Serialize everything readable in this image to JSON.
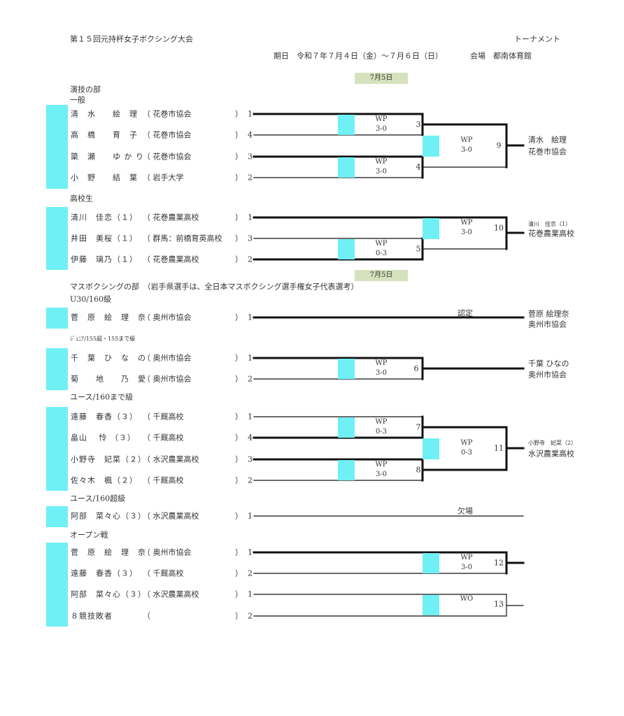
{
  "header": {
    "title": "第１５回元持杯女子ボクシング大会",
    "doc_type": "トーナメント",
    "period": "期日　令和７年７月４日（金）～７月６日（日）",
    "venue": "会場　都南体育館",
    "day_badges": [
      "7月5日",
      "7月5日"
    ]
  },
  "sections": {
    "performance": "演技の部",
    "mass": "マスボクシングの部　（岩手県選手は、全日本マスボクシング選手権女子代表選考）"
  },
  "groups": [
    {
      "label": "一般",
      "rows": [
        {
          "name": "清　水　　絵　理",
          "club": "（ 花巻市協会",
          "seed": "1"
        },
        {
          "name": "高　橋　　育　子",
          "club": "（ 花巻市協会",
          "seed": "4"
        },
        {
          "name": "簗　瀬　　ゆ か り",
          "club": "（ 花巻市協会",
          "seed": "3"
        },
        {
          "name": "小　野　　結　葉",
          "club": "（ 岩手大学",
          "seed": "2"
        }
      ]
    },
    {
      "label": "高校生",
      "rows": [
        {
          "name": "清川　佳恋（１）",
          "club": "（ 花巻農業高校",
          "seed": "1"
        },
        {
          "name": "井田　美桜（１）",
          "club": "（ 群馬：前橋育英高校",
          "seed": "3"
        },
        {
          "name": "伊藤　璃乃（１）",
          "club": "（ 花巻農業高校",
          "seed": "2"
        }
      ]
    },
    {
      "label": "U30/160級",
      "rows": [
        {
          "name": "菅　原　絵　理　奈",
          "club": "（ 奥州市協会",
          "seed": "1"
        }
      ]
    },
    {
      "label": "ｼﾞｭﾆｱ/155超・155まで級",
      "rows": [
        {
          "name": "千　葉　ひ　な　の",
          "club": "（ 奥州市協会",
          "seed": "1"
        },
        {
          "name": "菊　　地　　乃　愛",
          "club": "（ 奥州市協会",
          "seed": "2"
        }
      ]
    },
    {
      "label": "ユース/160まで級",
      "rows": [
        {
          "name": "遠藤　春香（３）",
          "club": "（ 千厩高校",
          "seed": "1"
        },
        {
          "name": "畠山　 怜 （３）",
          "club": "（ 千厩高校",
          "seed": "4"
        },
        {
          "name": "小野寺　妃菜（２）",
          "club": "（ 水沢農業高校",
          "seed": "3"
        },
        {
          "name": "佐々木　楓（２）",
          "club": "（ 千厩高校",
          "seed": "2"
        }
      ]
    },
    {
      "label": "ユース/160超級",
      "rows": [
        {
          "name": "阿部　菜々心（３）",
          "club": "（ 水沢農業高校",
          "seed": "1"
        }
      ]
    },
    {
      "label": "オープン戦",
      "rows": [
        {
          "name": "菅　原　絵　理　奈",
          "club": "（ 奥州市協会",
          "seed": "1"
        },
        {
          "name": "遠藤　春香（３）",
          "club": "（ 千厩高校",
          "seed": "2"
        },
        {
          "name": "阿部　菜々心（３）",
          "club": "（ 水沢農業高校",
          "seed": "1"
        },
        {
          "name": "８競技敗者",
          "club": "（",
          "seed": "2"
        }
      ]
    }
  ],
  "close_paren": "）",
  "matches": [
    {
      "no": "3",
      "method": "WP",
      "score": "3-0"
    },
    {
      "no": "4",
      "method": "WP",
      "score": "3-0"
    },
    {
      "no": "9",
      "method": "WP",
      "score": "3-0"
    },
    {
      "no": "10",
      "method": "WP",
      "score": "3-0"
    },
    {
      "no": "5",
      "method": "WP",
      "score": "0-3"
    },
    {
      "no": "6",
      "method": "WP",
      "score": "3-0"
    },
    {
      "no": "7",
      "method": "WP",
      "score": "0-3"
    },
    {
      "no": "8",
      "method": "WP",
      "score": "3-0"
    },
    {
      "no": "11",
      "method": "WP",
      "score": "0-3"
    },
    {
      "no": "12",
      "method": "WP",
      "score": "3-0"
    },
    {
      "no": "13",
      "method": "WO",
      "score": ""
    }
  ],
  "notes": {
    "u30": "認定",
    "youth_over": "欠場"
  },
  "winners": [
    {
      "name": "清水　絵理",
      "club": "花巻市協会"
    },
    {
      "name": "清川　佳恋（1）",
      "club": "花巻農業高校"
    },
    {
      "name": "菅原 絵理奈",
      "club": "奥州市協会"
    },
    {
      "name": "千葉 ひなの",
      "club": "奥州市協会"
    },
    {
      "name": "小野寺　妃菜（2）",
      "club": "水沢農業高校"
    }
  ]
}
